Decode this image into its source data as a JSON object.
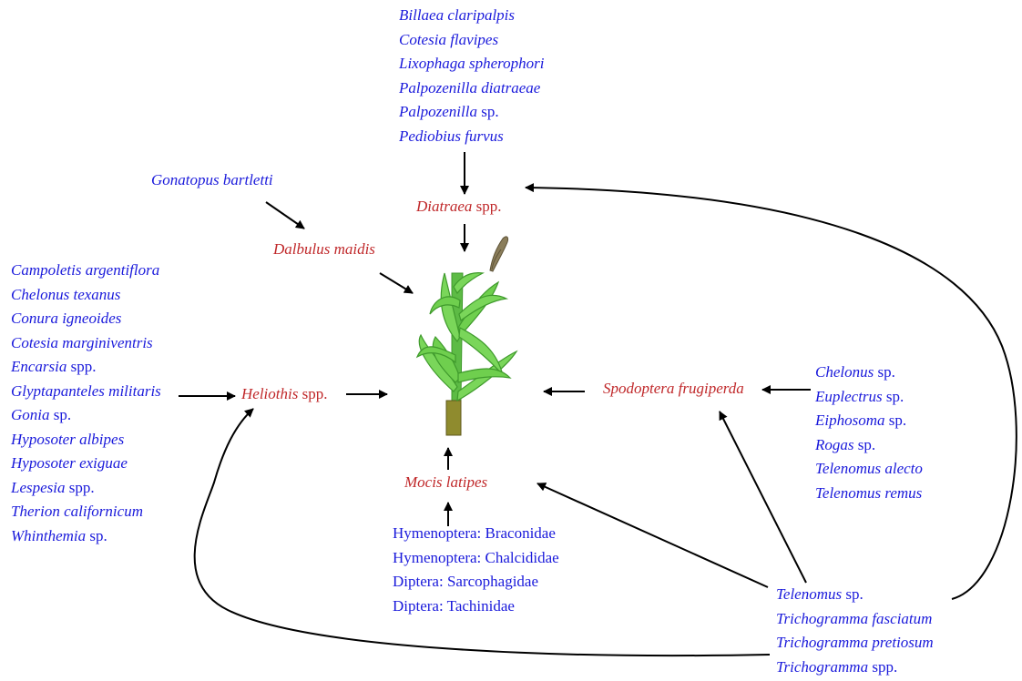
{
  "pests": {
    "diatraea": {
      "genus": "Diatraea",
      "suffix": " spp."
    },
    "dalbulus": "Dalbulus maidis",
    "heliothis": {
      "genus": "Heliothis",
      "suffix": " spp."
    },
    "spodoptera": "Spodoptera frugiperda",
    "mocis": "Mocis latipes"
  },
  "enemies": {
    "diatraea_top": [
      {
        "name": "Billaea claripalpis",
        "suffix": ""
      },
      {
        "name": "Cotesia flavipes",
        "suffix": ""
      },
      {
        "name": "Lixophaga spherophori",
        "suffix": ""
      },
      {
        "name": "Palpozenilla diatraeae",
        "suffix": ""
      },
      {
        "name": "Palpozenilla",
        "suffix": " sp."
      },
      {
        "name": "Pediobius furvus",
        "suffix": ""
      }
    ],
    "dalbulus": "Gonatopus bartletti",
    "heliothis_left": [
      {
        "name": "Campoletis argentiflora",
        "suffix": ""
      },
      {
        "name": "Chelonus texanus",
        "suffix": ""
      },
      {
        "name": "Conura igneoides",
        "suffix": ""
      },
      {
        "name": "Cotesia marginiventris",
        "suffix": ""
      },
      {
        "name": "Encarsia",
        "suffix": " spp."
      },
      {
        "name": "Glyptapanteles militaris",
        "suffix": ""
      },
      {
        "name": "Gonia",
        "suffix": " sp."
      },
      {
        "name": "Hyposoter albipes",
        "suffix": ""
      },
      {
        "name": "Hyposoter exiguae",
        "suffix": ""
      },
      {
        "name": "Lespesia",
        "suffix": " spp."
      },
      {
        "name": "Therion californicum",
        "suffix": ""
      },
      {
        "name": "Whinthemia",
        "suffix": " sp."
      }
    ],
    "spodoptera_right": [
      {
        "name": "Chelonus",
        "suffix": " sp."
      },
      {
        "name": "Euplectrus",
        "suffix": " sp."
      },
      {
        "name": "Eiphosoma",
        "suffix": " sp."
      },
      {
        "name": "Rogas",
        "suffix": " sp."
      },
      {
        "name": "Telenomus alecto",
        "suffix": ""
      },
      {
        "name": "Telenomus remus",
        "suffix": ""
      }
    ],
    "mocis_bottom": [
      "Hymenoptera: Braconidae",
      "Hymenoptera: Chalcididae",
      "Diptera: Sarcophagidae",
      "Diptera: Tachinidae"
    ],
    "generalists": [
      {
        "name": "Telenomus",
        "suffix": " sp."
      },
      {
        "name": "Trichogramma fasciatum",
        "suffix": ""
      },
      {
        "name": "Trichogramma pretiosum",
        "suffix": ""
      },
      {
        "name": "Trichogramma",
        "suffix": " spp."
      }
    ]
  },
  "colors": {
    "pest": "#c0282a",
    "enemy": "#1a1adb",
    "arrow": "#000000",
    "leaf": "#7ad65a",
    "leaf_dark": "#3f9a2c",
    "tassel": "#8a7d5a"
  }
}
